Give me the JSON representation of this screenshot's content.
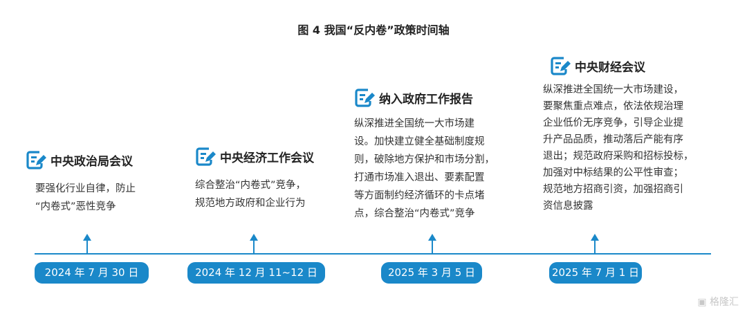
{
  "title": "图 4  我国“反内卷”政策时间轴",
  "accent_color": "#1a88c9",
  "events": [
    {
      "heading": "中央政治局会议",
      "text": [
        "要强化行业自律，防止",
        "“内卷式”恶性竞争"
      ],
      "date": "2024 年 7 月 30 日"
    },
    {
      "heading": "中央经济工作会议",
      "text": [
        "综合整治“内卷式”竞争，",
        "规范地方政府和企业行为"
      ],
      "date": "2024 年 12 月 11~12 日"
    },
    {
      "heading": "纳入政府工作报告",
      "text": [
        "纵深推进全国统一大市场建",
        "设。加快建立健全基础制度规",
        "则，破除地方保护和市场分割，",
        "打通市场准入退出、要素配置",
        "等方面制约经济循环的卡点堵",
        "点，综合整治“内卷式”竞争"
      ],
      "date": "2025 年 3 月 5 日"
    },
    {
      "heading": "中央财经会议",
      "text": [
        "纵深推进全国统一大市场建设，",
        "要聚焦重点难点，依法依规治理",
        "企业低价无序竞争，引导企业提",
        "升产品品质，推动落后产能有序",
        "退出；规范政府采购和招标投标，",
        "加强对中标结果的公平性审查；",
        "规范地方招商引资，加强招商引",
        "资信息披露"
      ],
      "date": "2025 年 7 月 1 日"
    }
  ],
  "watermark": "格隆汇"
}
